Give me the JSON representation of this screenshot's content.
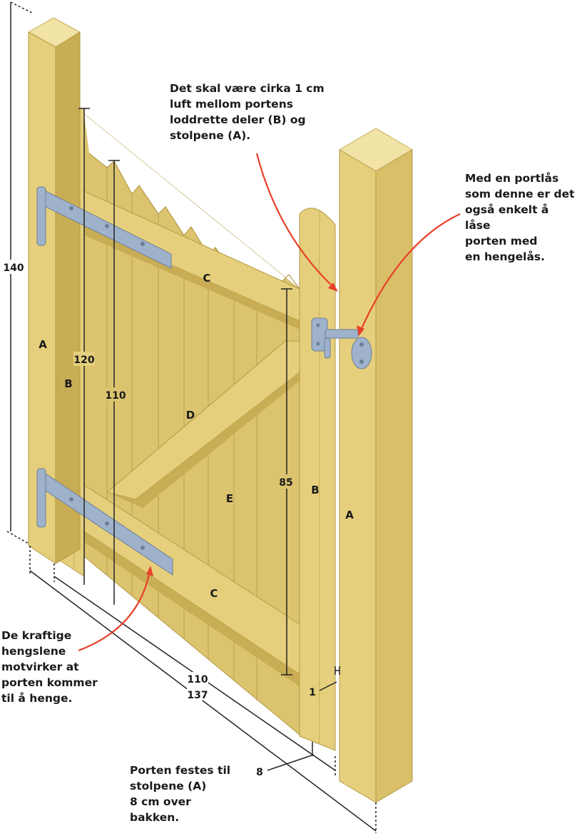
{
  "notes": {
    "gap": "Det skal være cirka 1 cm\nluft mellom portens\nloddrette deler (B) og\nstolpene (A).",
    "lock": "Med en portlås\nsom denne er det\nogså enkelt å låse\nporten med\nen hengelås.",
    "hinges": "De kraftige\nhengslene\nmotvirker at\nporten kommer\ntil å henge.",
    "ground": "Porten festes til\nstolpene (A)\n8 cm over\nbakken."
  },
  "part_labels": {
    "post_left": "A",
    "post_right": "A",
    "upright_left": "B",
    "upright_right": "B",
    "rail_top": "C",
    "rail_bottom": "C",
    "brace": "D",
    "boards": "E"
  },
  "dimensions": {
    "post_height": "140",
    "upright_height": "120",
    "board_height": "110",
    "inner_height": "85",
    "gate_width": "110",
    "total_width": "137",
    "gap": "1",
    "ground_clearance": "8"
  },
  "colors": {
    "wood_front": "#e5cf7c",
    "wood_side": "#c9ad55",
    "wood_top": "#f1e2a6",
    "hardware": "#9fb2cc",
    "leader": "#e8402a"
  }
}
